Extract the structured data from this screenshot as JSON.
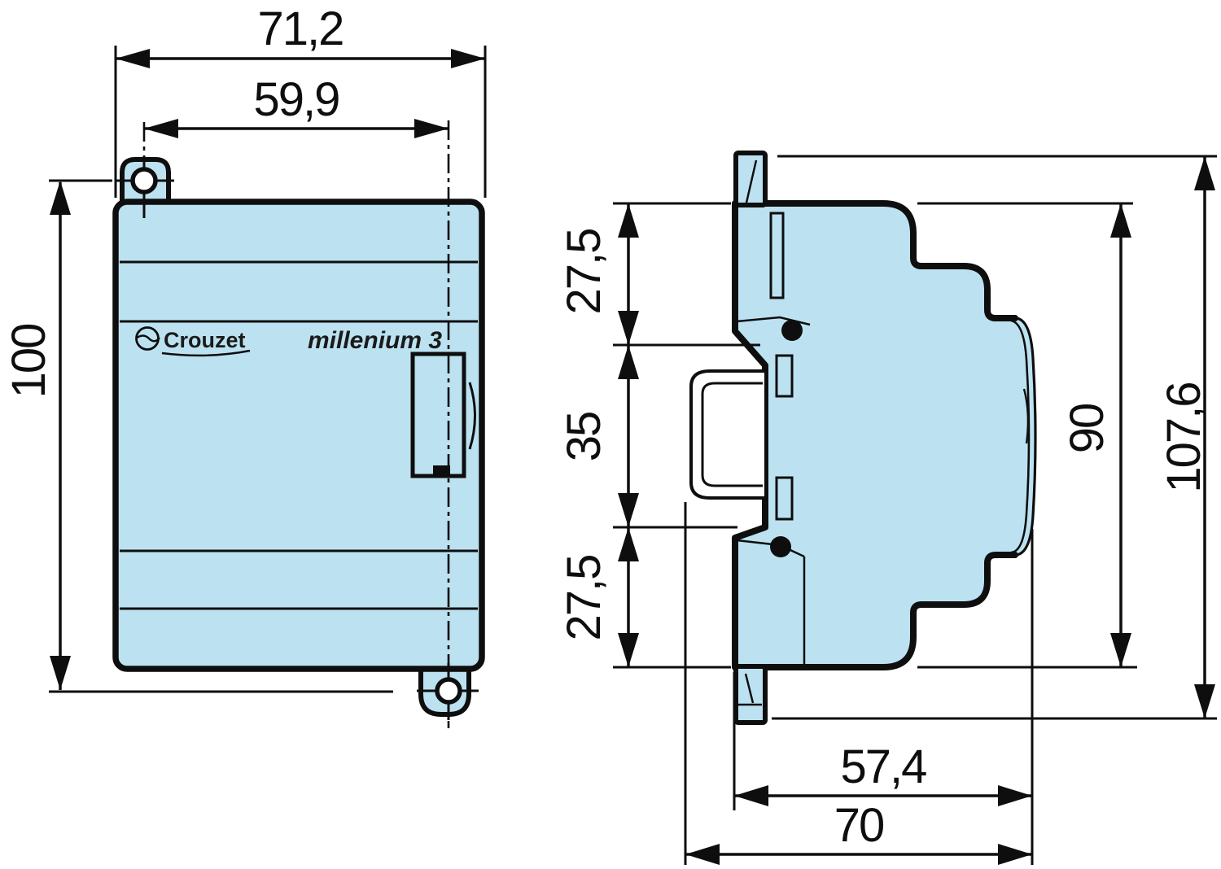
{
  "drawing": {
    "type": "dimensional-drawing",
    "colors": {
      "device_fill": "#bce2f1",
      "line": "#0e0e0e",
      "background": "#ffffff"
    },
    "front_view": {
      "brand": "Crouzet",
      "product": "millenium 3",
      "dims": {
        "overall_width": "71,2",
        "hole_pitch_width": "59,9",
        "height": "100"
      }
    },
    "side_view": {
      "dims": {
        "upper_section": "27,5",
        "rail_section": "35",
        "lower_section": "27,5",
        "body_height": "90",
        "total_height": "107,6",
        "body_depth": "57,4",
        "total_depth": "70"
      }
    }
  }
}
